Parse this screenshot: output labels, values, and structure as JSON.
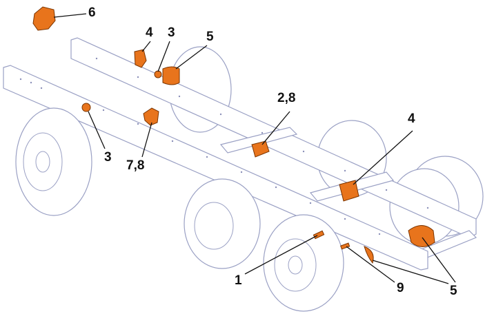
{
  "diagram": {
    "colors": {
      "component": "#e8741c",
      "outline": "#9aa0c4",
      "callout": "#111111"
    },
    "callouts": [
      {
        "id": "c6",
        "label": "6"
      },
      {
        "id": "c4a",
        "label": "4"
      },
      {
        "id": "c3a",
        "label": "3"
      },
      {
        "id": "c5a",
        "label": "5"
      },
      {
        "id": "c3b",
        "label": "3"
      },
      {
        "id": "c78",
        "label": "7,8"
      },
      {
        "id": "c28",
        "label": "2,8"
      },
      {
        "id": "c4b",
        "label": "4"
      },
      {
        "id": "c1",
        "label": "1"
      },
      {
        "id": "c9",
        "label": "9"
      },
      {
        "id": "c5b",
        "label": "5"
      }
    ]
  }
}
